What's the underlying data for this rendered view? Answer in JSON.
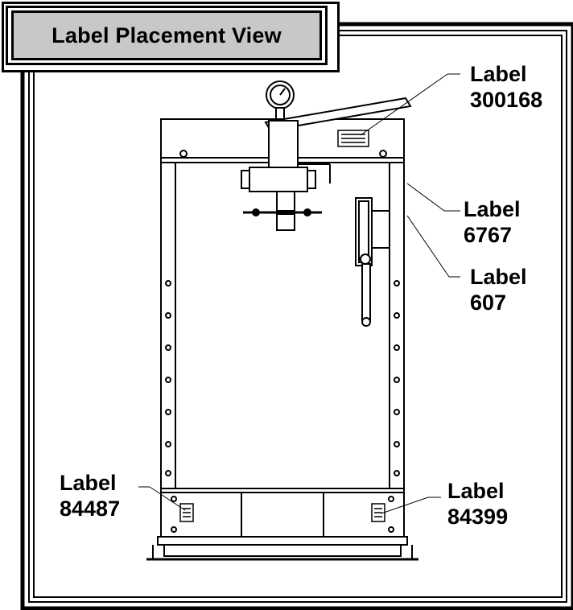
{
  "title": "Label Placement View",
  "callouts": {
    "c1": {
      "word": "Label",
      "number": "300168"
    },
    "c2": {
      "word": "Label",
      "number": "6767"
    },
    "c3": {
      "word": "Label",
      "number": "607"
    },
    "c4": {
      "word": "Label",
      "number": "84487"
    },
    "c5": {
      "word": "Label",
      "number": "84399"
    }
  },
  "gauge_icon": "pressure-gauge-icon"
}
